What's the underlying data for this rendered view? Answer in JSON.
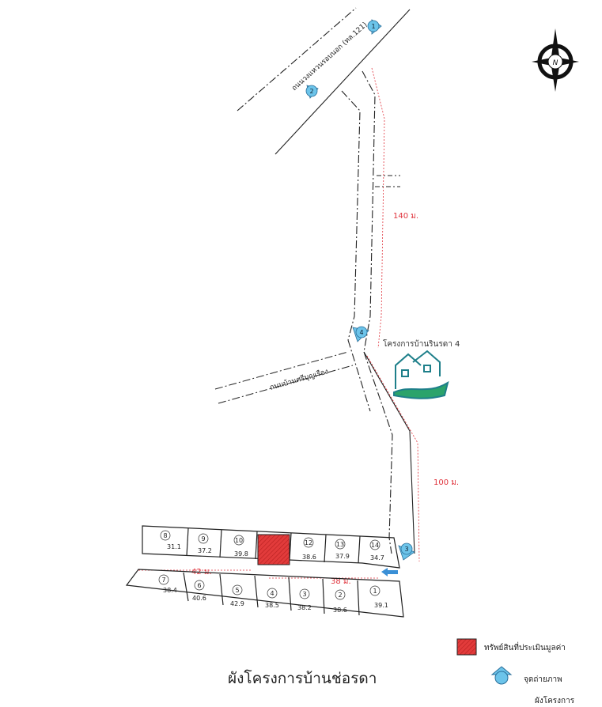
{
  "map": {
    "title": "ผังโครงการบ้านช่อรดา",
    "road_main": "ถนนวงแหวนรอบนอก (ทล.121)",
    "road_secondary": "ถนนบ้านศรีบุญเรือง",
    "project_label": "โครงการบ้านรินรดา 4",
    "dist_140": "140 ม.",
    "dist_100": "100 ม.",
    "dist_42": "42 ม.",
    "dist_38": "38 ม.",
    "north_label": "N",
    "photo_points": [
      "1",
      "2",
      "3",
      "4"
    ],
    "lots_top": [
      {
        "num": "8",
        "area": "31.1"
      },
      {
        "num": "9",
        "area": "37.2"
      },
      {
        "num": "10",
        "area": "39.8"
      },
      {
        "num": "12",
        "area": "38.6"
      },
      {
        "num": "13",
        "area": "37.9"
      },
      {
        "num": "14",
        "area": "34.7"
      }
    ],
    "lots_bottom": [
      {
        "num": "7",
        "area": "38.4"
      },
      {
        "num": "6",
        "area": "40.6"
      },
      {
        "num": "5",
        "area": "42.9"
      },
      {
        "num": "4",
        "area": "38.5"
      },
      {
        "num": "3",
        "area": "38.2"
      },
      {
        "num": "2",
        "area": "38.6"
      },
      {
        "num": "1",
        "area": "39.1"
      }
    ]
  },
  "legend": {
    "subject": "ทรัพย์สินที่ประเมินมูลค่า",
    "photo": "จุดถ่ายภาพ",
    "layout": "ผังโครงการ"
  },
  "colors": {
    "subject_fill": "#e23b3b",
    "photo_marker": "#6cc4ea",
    "distance_red": "#e0333c",
    "project_logo": "#1e7f8a"
  }
}
